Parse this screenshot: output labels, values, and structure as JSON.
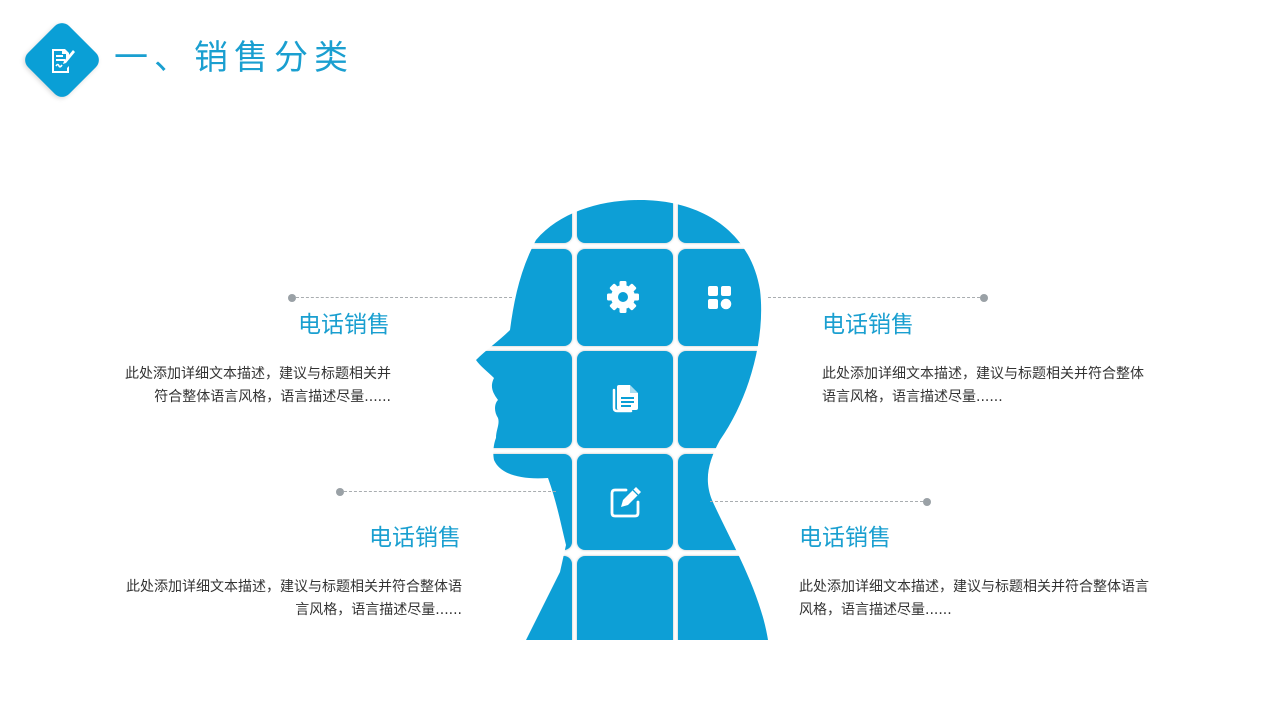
{
  "header": {
    "icon": "document-signature-icon",
    "title": "一、销售分类"
  },
  "colors": {
    "accent": "#0a9fd6",
    "title_text": "#1a9fd0",
    "body_text": "#333333",
    "connector": "#a9adb0"
  },
  "head_graphic": {
    "tile_icons": [
      "gear-icon",
      "apps-grid-icon",
      "documents-icon",
      "edit-icon"
    ]
  },
  "cards": [
    {
      "position": "top-left",
      "title": "电话销售",
      "description_line1": "此处添加详细文本描述，建议与标题相关并",
      "description_line2": "符合整体语言风格，语言描述尽量......"
    },
    {
      "position": "top-right",
      "title": "电话销售",
      "description_line1": "此处添加详细文本描述，建议与标题相关并符合整体",
      "description_line2": "语言风格，语言描述尽量......"
    },
    {
      "position": "bottom-left",
      "title": "电话销售",
      "description_line1": "此处添加详细文本描述，建议与标题相关并符合整体语",
      "description_line2": "言风格，语言描述尽量......"
    },
    {
      "position": "bottom-right",
      "title": "电话销售",
      "description_line1": "此处添加详细文本描述，建议与标题相关并符合整体语言",
      "description_line2": "风格，语言描述尽量......"
    }
  ]
}
